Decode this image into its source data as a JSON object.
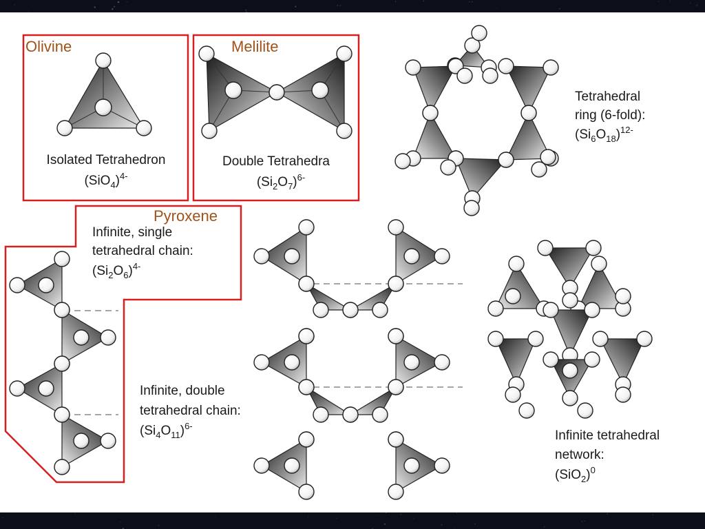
{
  "minerals": {
    "olivine": "Olivine",
    "melilite": "Melilite",
    "pyroxene": "Pyroxene"
  },
  "captions": {
    "isolated": {
      "line1": "Isolated Tetrahedron",
      "line2": {
        "prefix": "(SiO",
        "sub1": "4",
        "mid": ")",
        "sup": "4-"
      }
    },
    "double": {
      "line1": "Double Tetrahedra",
      "line2": {
        "prefix": "(Si",
        "sub1": "2",
        "mid": "O",
        "sub2": "7",
        "close": ")",
        "sup": "6-"
      }
    },
    "ring": {
      "line1": "Tetrahedral",
      "line2": "ring (6-fold):",
      "line3": {
        "prefix": "(Si",
        "sub1": "6",
        "mid": "O",
        "sub2": "18",
        "close": ")",
        "sup": "12-"
      }
    },
    "single_chain": {
      "line1": "Infinite, single",
      "line2": "tetrahedral chain:",
      "line3": {
        "prefix": "(Si",
        "sub1": "2",
        "mid": "O",
        "sub2": "6",
        "close": ")",
        "sup": "4-"
      }
    },
    "double_chain": {
      "line1": "Infinite, double",
      "line2": "tetrahedral chain:",
      "line3": {
        "prefix": "(Si",
        "sub1": "4",
        "mid": "O",
        "sub2": "11",
        "close": ")",
        "sup": "6-"
      }
    },
    "network": {
      "line1": "Infinite tetrahedral",
      "line2": "network:",
      "line3": {
        "prefix": "(SiO",
        "sub1": "2",
        "close": ")",
        "sup": "0"
      }
    }
  },
  "colors": {
    "highlight_box": "#d42020",
    "mineral_label": "#a0521b",
    "background": "#0b0f1a"
  }
}
